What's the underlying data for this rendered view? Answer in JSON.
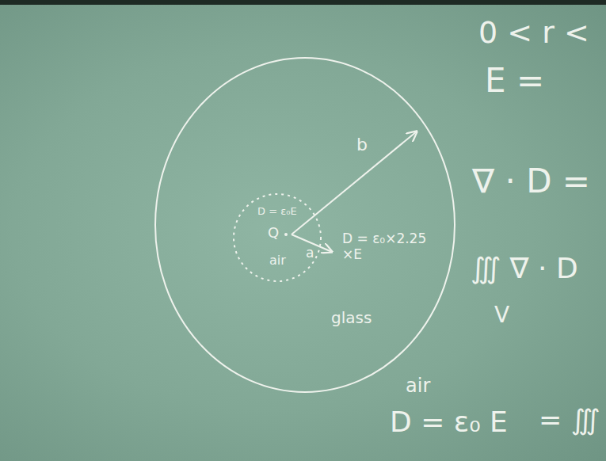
{
  "diagram": {
    "nodes": [
      {
        "text": [
          "D = ε₀×2.25 ×E",
          "glass"
        ]
      },
      {
        "text": [
          "D = ε₀E",
          "Q",
          "air"
        ],
        "in": 0
      }
    ],
    "labels": [
      "b",
      "a",
      "0 < r <",
      "E =",
      "∇ · D =",
      "∭ ∇ · D",
      "V",
      "air",
      "D = ε₀ E",
      "= ∭"
    ]
  }
}
